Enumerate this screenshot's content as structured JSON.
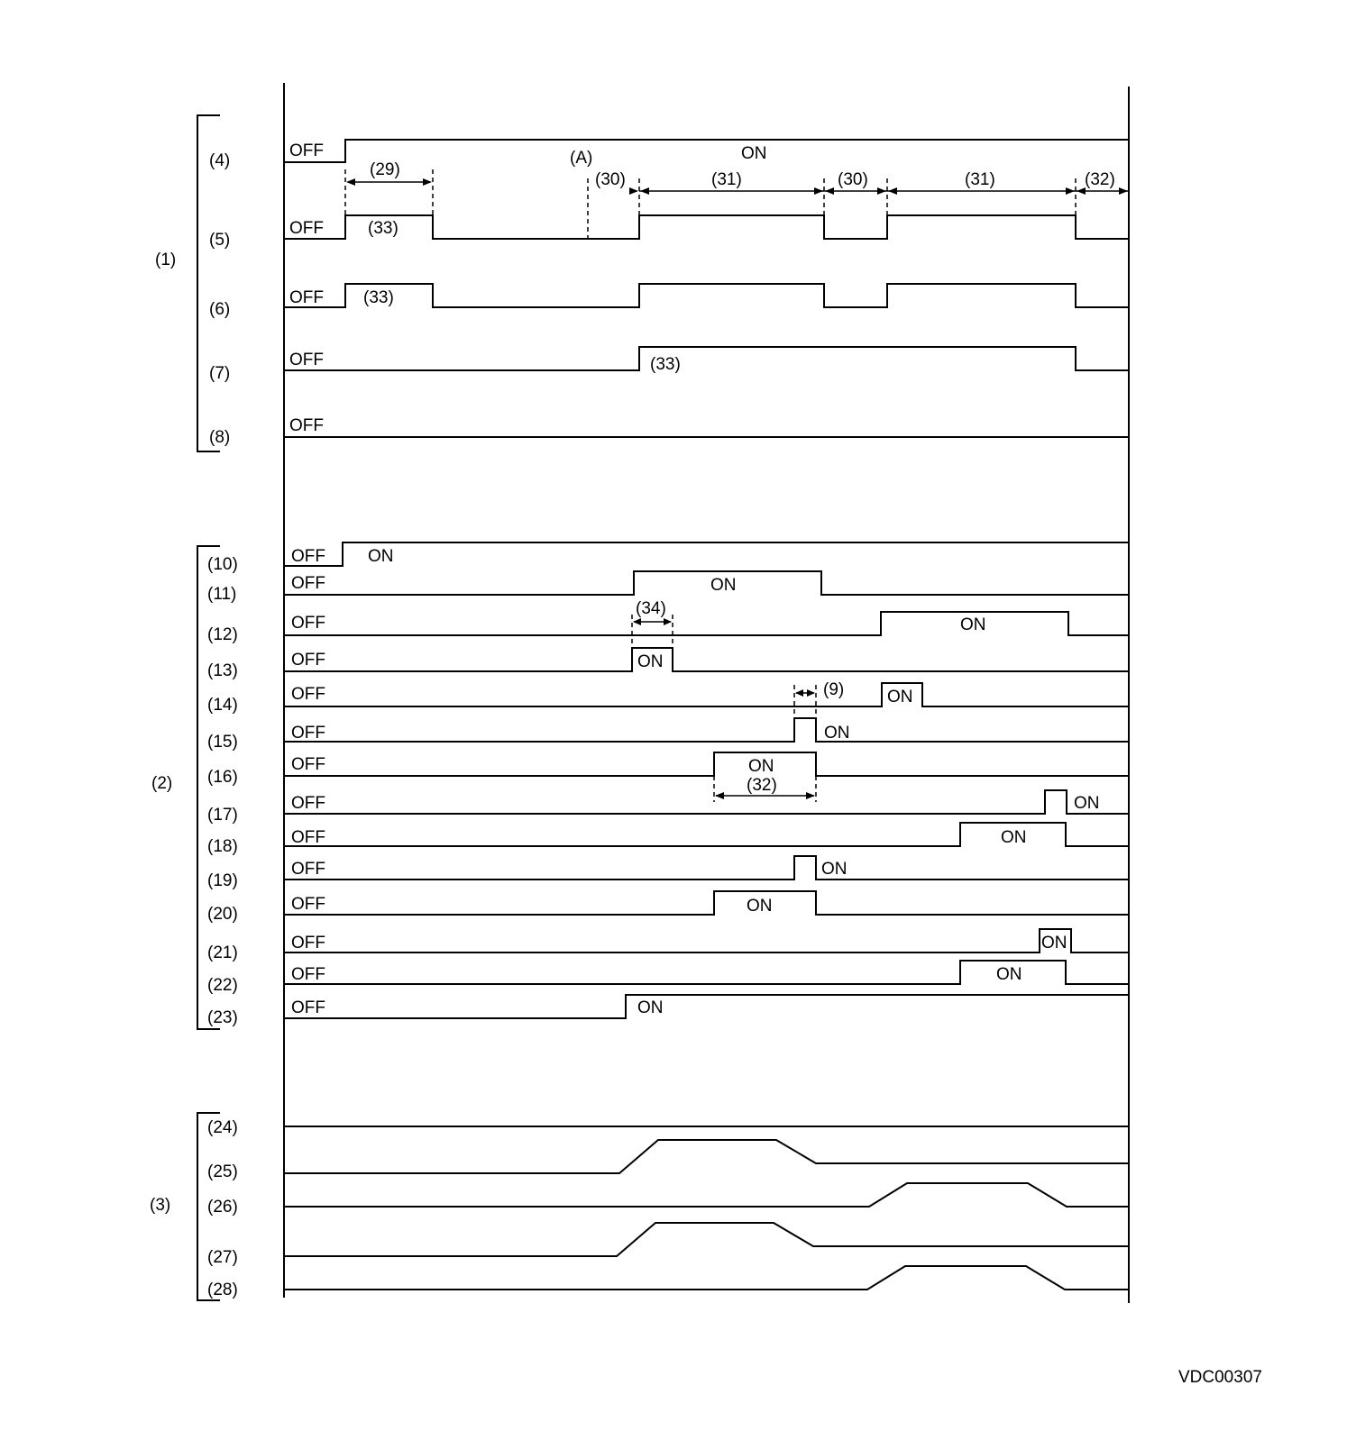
{
  "groups": [
    {
      "id": "g1",
      "label": "(1)"
    },
    {
      "id": "g2",
      "label": "(2)"
    },
    {
      "id": "g3",
      "label": "(3)"
    }
  ],
  "rows": [
    {
      "id": "r4",
      "label": "(4)",
      "state": "OFF"
    },
    {
      "id": "r5",
      "label": "(5)",
      "state": "OFF"
    },
    {
      "id": "r6",
      "label": "(6)",
      "state": "OFF"
    },
    {
      "id": "r7",
      "label": "(7)",
      "state": "OFF"
    },
    {
      "id": "r8",
      "label": "(8)",
      "state": "OFF"
    },
    {
      "id": "r10",
      "label": "(10)",
      "state": "OFF"
    },
    {
      "id": "r11",
      "label": "(11)",
      "state": "OFF"
    },
    {
      "id": "r12",
      "label": "(12)",
      "state": "OFF"
    },
    {
      "id": "r13",
      "label": "(13)",
      "state": "OFF"
    },
    {
      "id": "r14",
      "label": "(14)",
      "state": "OFF"
    },
    {
      "id": "r15",
      "label": "(15)",
      "state": "OFF"
    },
    {
      "id": "r16",
      "label": "(16)",
      "state": "OFF"
    },
    {
      "id": "r17",
      "label": "(17)",
      "state": "OFF"
    },
    {
      "id": "r18",
      "label": "(18)",
      "state": "OFF"
    },
    {
      "id": "r19",
      "label": "(19)",
      "state": "OFF"
    },
    {
      "id": "r20",
      "label": "(20)",
      "state": "OFF"
    },
    {
      "id": "r21",
      "label": "(21)",
      "state": "OFF"
    },
    {
      "id": "r22",
      "label": "(22)",
      "state": "OFF"
    },
    {
      "id": "r23",
      "label": "(23)",
      "state": "OFF"
    },
    {
      "id": "r24",
      "label": "(24)"
    },
    {
      "id": "r25",
      "label": "(25)"
    },
    {
      "id": "r26",
      "label": "(26)"
    },
    {
      "id": "r27",
      "label": "(27)"
    },
    {
      "id": "r28",
      "label": "(28)"
    }
  ],
  "annotations": [
    {
      "id": "a-on-4",
      "text": "ON"
    },
    {
      "id": "a-A",
      "text": "(A)"
    },
    {
      "id": "a-29",
      "text": "(29)"
    },
    {
      "id": "a-30a",
      "text": "(30)"
    },
    {
      "id": "a-31a",
      "text": "(31)"
    },
    {
      "id": "a-30b",
      "text": "(30)"
    },
    {
      "id": "a-31b",
      "text": "(31)"
    },
    {
      "id": "a-32a",
      "text": "(32)"
    },
    {
      "id": "a-33-5",
      "text": "(33)"
    },
    {
      "id": "a-33-6",
      "text": "(33)"
    },
    {
      "id": "a-33-7",
      "text": "(33)"
    },
    {
      "id": "a-on-10",
      "text": "ON"
    },
    {
      "id": "a-on-11",
      "text": "ON"
    },
    {
      "id": "a-34",
      "text": "(34)"
    },
    {
      "id": "a-on-12",
      "text": "ON"
    },
    {
      "id": "a-on-13",
      "text": "ON"
    },
    {
      "id": "a-9",
      "text": "(9)"
    },
    {
      "id": "a-on-14",
      "text": "ON"
    },
    {
      "id": "a-on-15",
      "text": "ON"
    },
    {
      "id": "a-on-16",
      "text": "ON"
    },
    {
      "id": "a-32b",
      "text": "(32)"
    },
    {
      "id": "a-on-17",
      "text": "ON"
    },
    {
      "id": "a-on-18",
      "text": "ON"
    },
    {
      "id": "a-on-19",
      "text": "ON"
    },
    {
      "id": "a-on-20",
      "text": "ON"
    },
    {
      "id": "a-on-21",
      "text": "ON"
    },
    {
      "id": "a-on-22",
      "text": "ON"
    },
    {
      "id": "a-on-23",
      "text": "ON"
    }
  ],
  "figure_code": "VDC00307"
}
